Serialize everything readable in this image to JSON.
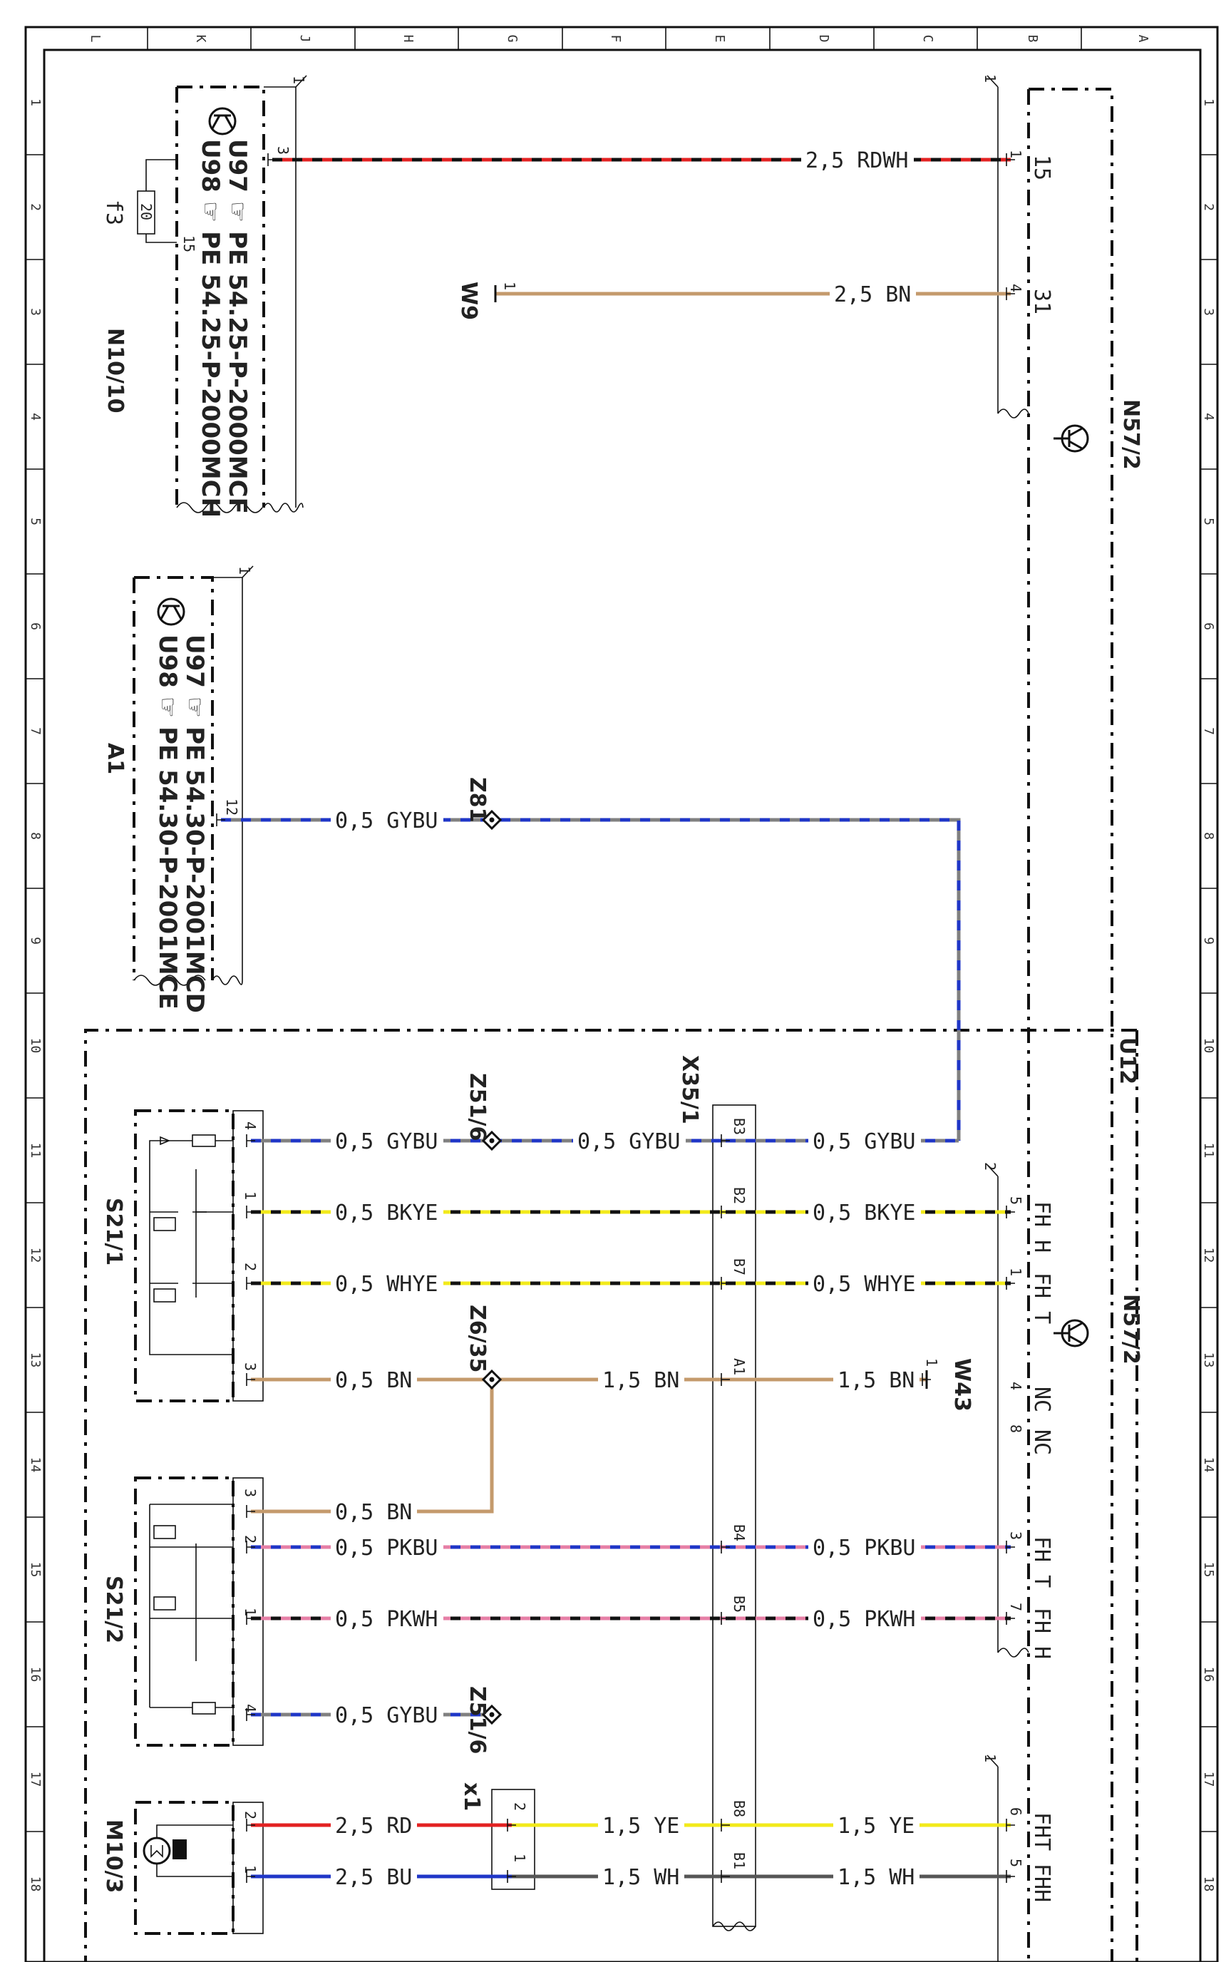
{
  "grid": {
    "columns": [
      "L",
      "K",
      "J",
      "H",
      "G",
      "F",
      "E",
      "D",
      "C",
      "B",
      "A"
    ],
    "rows": [
      "1",
      "2",
      "3",
      "4",
      "5",
      "6",
      "7",
      "8",
      "9",
      "10",
      "11",
      "12",
      "13",
      "14",
      "15",
      "16",
      "17",
      "18"
    ]
  },
  "components": {
    "n10_10": {
      "name": "N10/10",
      "line1": "U97 ☞ PE 54.25-P-2000MCF",
      "line2": "U98 ☞ PE 54.25-P-2000MCH",
      "pin_a": "3",
      "pin_b": "15",
      "ref": "1",
      "fuse": "f3",
      "fuse_value": "20"
    },
    "a1": {
      "name": "A1",
      "line1": "U97 ☞ PE 54.30-P-2001MCD",
      "line2": "U98 ☞ PE 54.30-P-2001MCE",
      "pin": "12",
      "ref": "1"
    },
    "n57_2": {
      "name": "N57/2",
      "pins_top": [
        {
          "num": "1",
          "label": "15"
        },
        {
          "num": "4",
          "label": "31"
        }
      ],
      "pins_mid": [
        {
          "num": "5",
          "label": "FH H"
        },
        {
          "num": "1",
          "label": "FH T"
        },
        {
          "num": "4",
          "label": "NC"
        },
        {
          "num": "8",
          "label": "NC"
        },
        {
          "num": "3",
          "label": "FH T"
        },
        {
          "num": "7",
          "label": "FH H"
        }
      ],
      "pins_bottom": [
        {
          "num": "6",
          "label": "FHT"
        },
        {
          "num": "5",
          "label": "FHH"
        }
      ],
      "ref_top": "1",
      "ref_mid": "2",
      "ref_bottom": "1"
    },
    "u12": {
      "name": "U12"
    },
    "w9": {
      "name": "W9",
      "pin": "1"
    },
    "w43": {
      "name": "W43",
      "pin": "1"
    },
    "z81": {
      "name": "Z81"
    },
    "z51_6_top": {
      "name": "Z51/6"
    },
    "z51_6_bottom": {
      "name": "Z51/6"
    },
    "z6_35": {
      "name": "Z6/35"
    },
    "x35_1": {
      "name": "X35/1",
      "pins": [
        "B3",
        "B2",
        "B7",
        "A1",
        "B4",
        "B5",
        "B8",
        "B1"
      ]
    },
    "x1": {
      "name": "x1",
      "pins": [
        "2",
        "1"
      ]
    },
    "s21_1": {
      "name": "S21/1",
      "pins": [
        "4",
        "1",
        "2",
        "3"
      ]
    },
    "s21_2": {
      "name": "S21/2",
      "pins": [
        "3",
        "2",
        "1",
        "4"
      ]
    },
    "m10_3": {
      "name": "M10/3",
      "pins": [
        "2",
        "1"
      ]
    }
  },
  "wires": [
    {
      "id": "w15",
      "label": "2,5 RDWH",
      "colors": [
        "#e32222",
        "#111111"
      ]
    },
    {
      "id": "w31",
      "label": "2,5 BN",
      "colors": [
        "#c49a6c"
      ]
    },
    {
      "id": "a1_gybu",
      "label": "0,5 GYBU",
      "colors": [
        "#808080",
        "#1f36c7"
      ]
    },
    {
      "id": "s211_4_left",
      "label": "0,5 GYBU",
      "colors": [
        "#808080",
        "#1f36c7"
      ]
    },
    {
      "id": "s211_4_mid",
      "label": "0,5 GYBU",
      "colors": [
        "#808080",
        "#1f36c7"
      ]
    },
    {
      "id": "s211_4_right",
      "label": "0,5 GYBU",
      "colors": [
        "#808080",
        "#1f36c7"
      ]
    },
    {
      "id": "bkye_left",
      "label": "0,5 BKYE",
      "colors": [
        "#f2ea1b",
        "#111111"
      ]
    },
    {
      "id": "bkye_right",
      "label": "0,5 BKYE",
      "colors": [
        "#f2ea1b",
        "#111111"
      ]
    },
    {
      "id": "whye_left",
      "label": "0,5 WHYE",
      "colors": [
        "#f2ea1b",
        "#111111"
      ]
    },
    {
      "id": "whye_right",
      "label": "0,5 WHYE",
      "colors": [
        "#f2ea1b",
        "#111111"
      ]
    },
    {
      "id": "bn_left",
      "label": "0,5 BN",
      "colors": [
        "#c49a6c"
      ]
    },
    {
      "id": "bn_mid",
      "label": "1,5 BN",
      "colors": [
        "#c49a6c"
      ]
    },
    {
      "id": "bn_right",
      "label": "1,5 BN",
      "colors": [
        "#c49a6c"
      ]
    },
    {
      "id": "bn_s212",
      "label": "0,5 BN",
      "colors": [
        "#c49a6c"
      ]
    },
    {
      "id": "pkbu_left",
      "label": "0,5 PKBU",
      "colors": [
        "#e67fa6",
        "#1f36c7"
      ]
    },
    {
      "id": "pkbu_right",
      "label": "0,5 PKBU",
      "colors": [
        "#e67fa6",
        "#1f36c7"
      ]
    },
    {
      "id": "pkwh_left",
      "label": "0,5 PKWH",
      "colors": [
        "#e67fa6",
        "#111111"
      ]
    },
    {
      "id": "pkwh_right",
      "label": "0,5 PKWH",
      "colors": [
        "#e67fa6",
        "#111111"
      ]
    },
    {
      "id": "s212_4",
      "label": "0,5 GYBU",
      "colors": [
        "#808080",
        "#1f36c7"
      ]
    },
    {
      "id": "m_rd",
      "label": "2,5 RD",
      "colors": [
        "#e32222"
      ]
    },
    {
      "id": "m_bu",
      "label": "2,5 BU",
      "colors": [
        "#1f36c7"
      ]
    },
    {
      "id": "ye_left",
      "label": "1,5 YE",
      "colors": [
        "#f2ea1b"
      ]
    },
    {
      "id": "ye_right",
      "label": "1,5 YE",
      "colors": [
        "#f2ea1b"
      ]
    },
    {
      "id": "wh_left",
      "label": "1,5 WH",
      "colors": [
        "#555555"
      ]
    },
    {
      "id": "wh_right",
      "label": "1,5 WH",
      "colors": [
        "#555555"
      ]
    }
  ]
}
